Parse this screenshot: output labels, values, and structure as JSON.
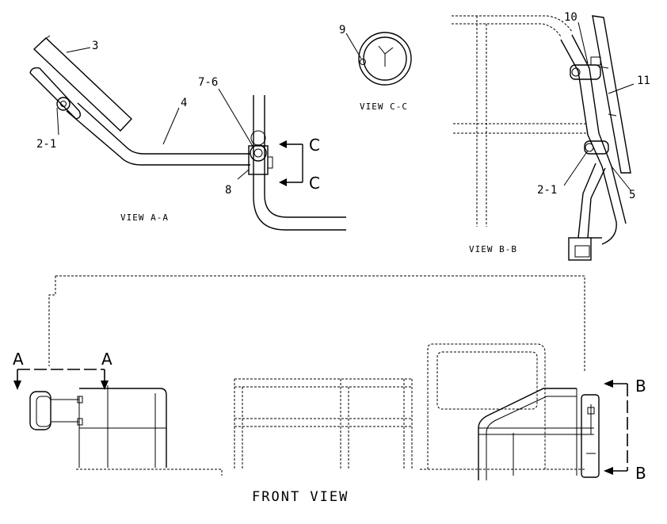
{
  "views": {
    "view_aa": {
      "caption": "VIEW A-A"
    },
    "view_bb": {
      "caption": "VIEW B-B"
    },
    "view_cc": {
      "caption": "VIEW C-C"
    },
    "front": {
      "caption": "FRONT VIEW"
    }
  },
  "callouts": {
    "c3": "3",
    "c4": "4",
    "c2_1_aa": "2-1",
    "c7_6": "7-6",
    "c8": "8",
    "c9": "9",
    "c10": "10",
    "c11": "11",
    "c2_1_bb": "2-1",
    "c5": "5"
  },
  "section_letters": {
    "c_top": "C",
    "c_bottom": "C",
    "a_left": "A",
    "a_right": "A",
    "b_top": "B",
    "b_bottom": "B"
  }
}
